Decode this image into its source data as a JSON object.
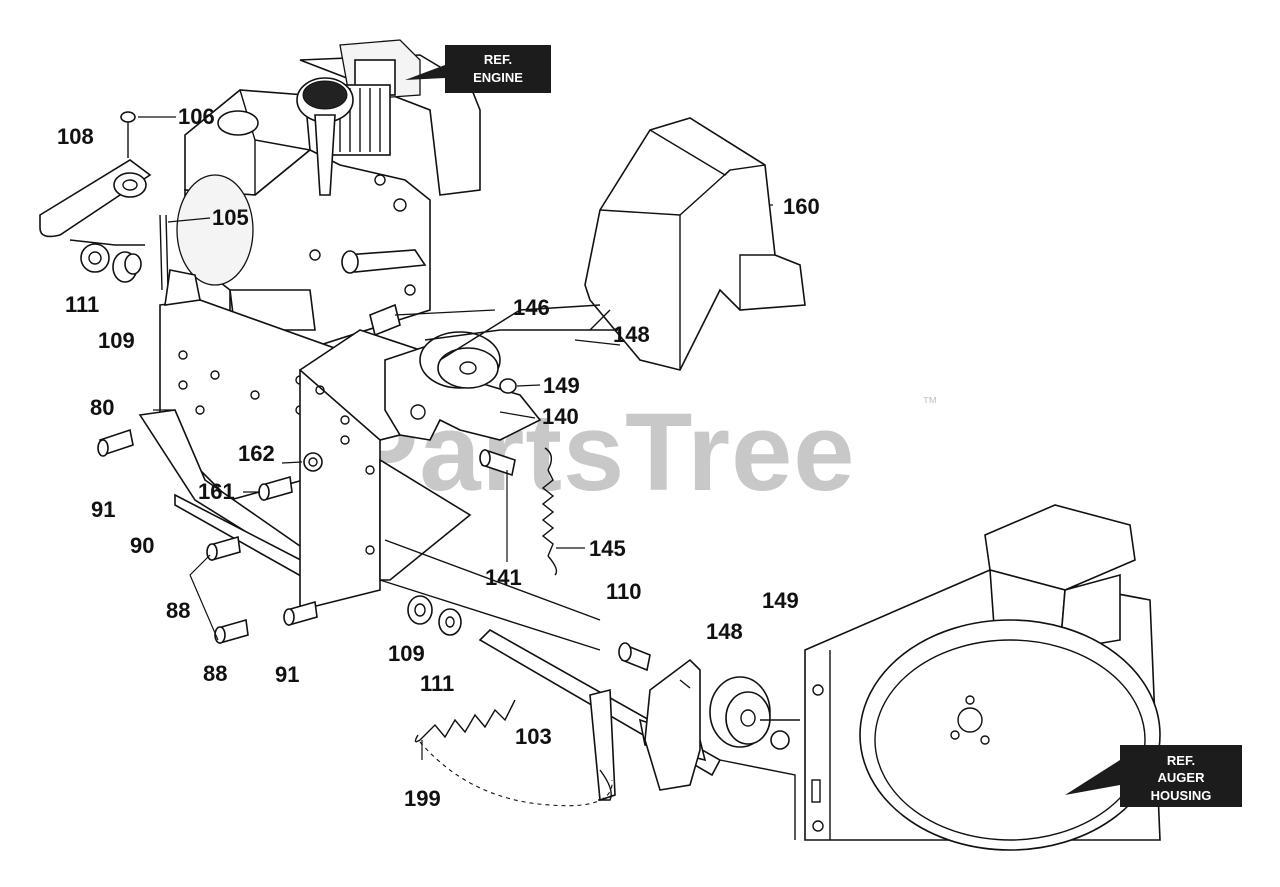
{
  "diagram": {
    "watermark": "PartsTree",
    "trademark": "™",
    "ref_engine": [
      "REF.",
      "ENGINE"
    ],
    "ref_auger": [
      "REF.",
      "AUGER",
      "HOUSING"
    ],
    "labels": {
      "p106": "106",
      "p108": "108",
      "p105": "105",
      "p111a": "111",
      "p109a": "109",
      "p80": "80",
      "p91a": "91",
      "p162": "162",
      "p161": "161",
      "p90": "90",
      "p88a": "88",
      "p88b": "88",
      "p91b": "91",
      "p146": "146",
      "p148a": "148",
      "p149a": "149",
      "p140": "140",
      "p141": "141",
      "p145": "145",
      "p160": "160",
      "p110": "110",
      "p149b": "149",
      "p148b": "148",
      "p109b": "109",
      "p111b": "111",
      "p103": "103",
      "p199": "199"
    }
  }
}
